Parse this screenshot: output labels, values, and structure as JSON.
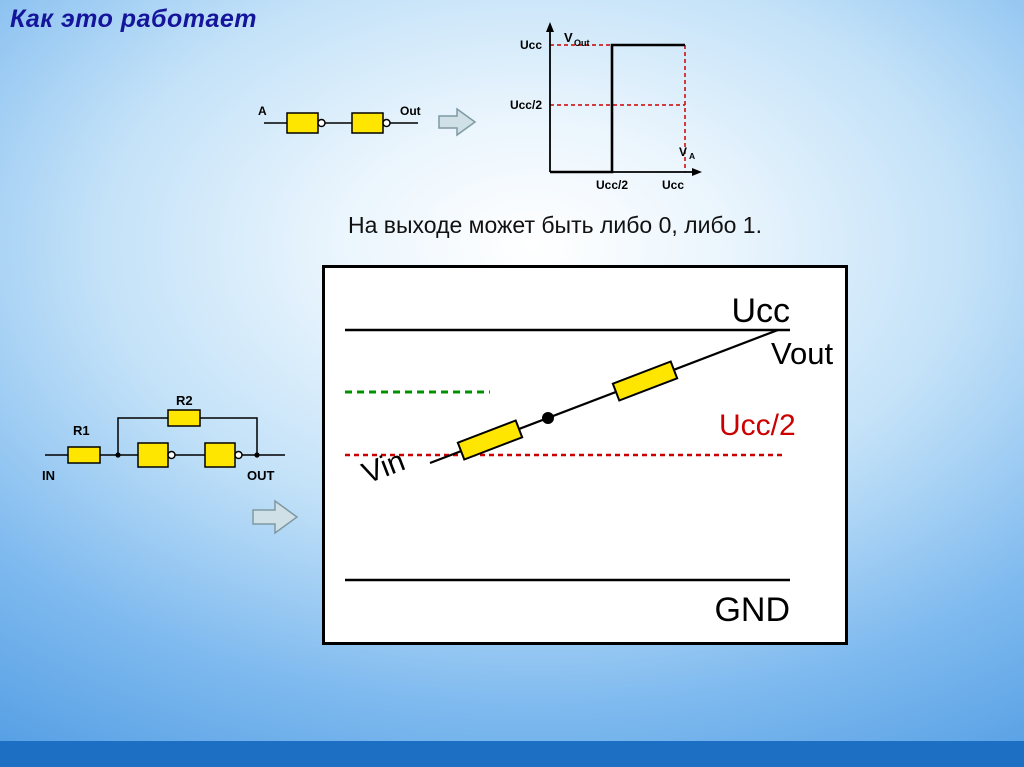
{
  "slide": {
    "title": "Как это работает",
    "caption": "На выходе может быть либо 0, либо 1."
  },
  "top_circuit": {
    "input_label": "A",
    "output_label": "Out"
  },
  "transfer_graph": {
    "y_axis_main": "V",
    "y_axis_sub": "Out",
    "x_axis_main": "V",
    "x_axis_sub": "A",
    "y_tick_top": "Ucc",
    "y_tick_mid": "Ucc/2",
    "x_tick_mid": "Ucc/2",
    "x_tick_right": "Ucc"
  },
  "feedback_circuit": {
    "r1_label": "R1",
    "r2_label": "R2",
    "in_label": "IN",
    "out_label": "OUT"
  },
  "analog_panel": {
    "ucc_label": "Ucc",
    "vout_label": "Vout",
    "ucc_half_label": "Ucc/2",
    "vin_label": "Vin",
    "gnd_label": "GND"
  },
  "colors": {
    "resistor_yellow": "#ffe600",
    "dashed_red": "#cc0000",
    "dashed_green": "#009100",
    "title_blue": "#15159b",
    "arrow_fill": "#cfe0e6"
  }
}
